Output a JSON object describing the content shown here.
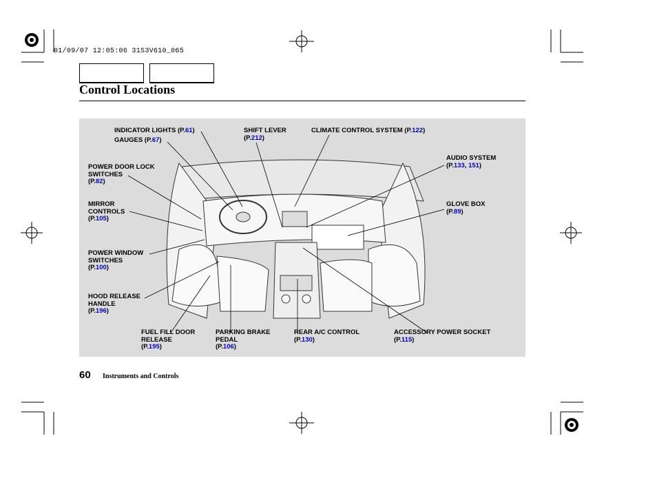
{
  "header": {
    "print_stamp": "01/09/07 12:05:06 31S3V610_065",
    "title": "Control Locations"
  },
  "callouts": {
    "indicator_lights": {
      "label": "INDICATOR LIGHTS (P.",
      "page": "61",
      "close": ")"
    },
    "gauges": {
      "label": "GAUGES (P.",
      "page": "67",
      "close": ")"
    },
    "shift_lever": {
      "label": "SHIFT LEVER",
      "ref_open": "(P.",
      "page": "212",
      "close": ")"
    },
    "climate_control": {
      "label": "CLIMATE CONTROL SYSTEM (P.",
      "page": "122",
      "close": ")"
    },
    "audio_system": {
      "label": "AUDIO SYSTEM",
      "ref_open": "(P.",
      "page": "133",
      "sep": ", ",
      "page2": "151",
      "close": ")"
    },
    "power_door_lock": {
      "label": "POWER DOOR LOCK\nSWITCHES",
      "ref_open": "(P.",
      "page": "82",
      "close": ")"
    },
    "mirror_controls": {
      "label": "MIRROR\nCONTROLS",
      "ref_open": "(P.",
      "page": "105",
      "close": ")"
    },
    "glove_box": {
      "label": "GLOVE BOX",
      "ref_open": "(P.",
      "page": "89",
      "close": ")"
    },
    "power_window": {
      "label": "POWER WINDOW\nSWITCHES",
      "ref_open": "(P.",
      "page": "100",
      "close": ")"
    },
    "hood_release": {
      "label": "HOOD RELEASE\nHANDLE",
      "ref_open": "(P.",
      "page": "196",
      "close": ")"
    },
    "fuel_fill": {
      "label": "FUEL FILL DOOR\nRELEASE",
      "ref_open": "(P.",
      "page": "195",
      "close": ")"
    },
    "parking_brake": {
      "label": "PARKING BRAKE\nPEDAL",
      "ref_open": "(P.",
      "page": "106",
      "close": ")"
    },
    "rear_ac": {
      "label": "REAR A/C CONTROL",
      "ref_open": "(P.",
      "page": "130",
      "close": ")"
    },
    "accessory_socket": {
      "label": "ACCESSORY POWER SOCKET",
      "ref_open": "(P.",
      "page": "115",
      "close": ")"
    }
  },
  "footer": {
    "page_number": "60",
    "section": "Instruments and Controls"
  },
  "colors": {
    "page_ref": "#0000cc",
    "figure_bg": "#dcdcdc"
  }
}
